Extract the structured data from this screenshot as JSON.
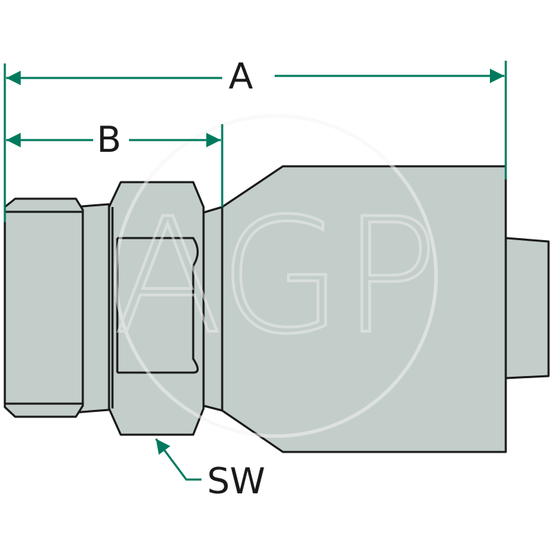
{
  "labels": {
    "dimension_a": "A",
    "dimension_b": "B",
    "wrench_size": "SW"
  },
  "watermark": {
    "text": "AGP"
  },
  "colors": {
    "part_fill": "#c3cecb",
    "outline": "#1a1a1a",
    "dimension_line": "#007a5e",
    "watermark": "#e2e2e2"
  }
}
